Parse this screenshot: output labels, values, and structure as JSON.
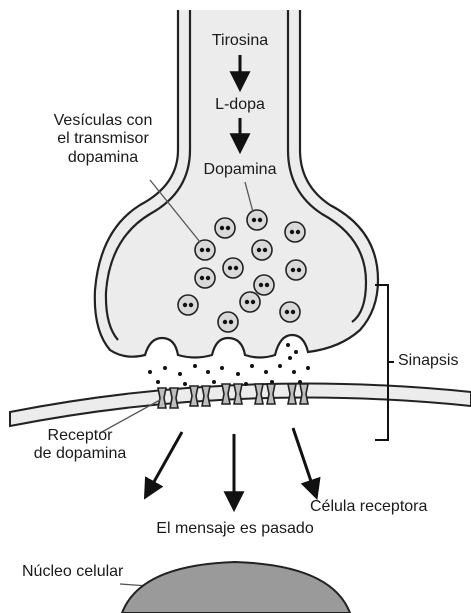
{
  "labels": {
    "tirosina": "Tirosina",
    "ldopa": "L-dopa",
    "dopamina": "Dopamina",
    "vesiculas_line1": "Vesículas con",
    "vesiculas_line2": "el transmisor",
    "vesiculas_line3": "dopamina",
    "sinapsis": "Sinapsis",
    "receptor_line1": "Receptor",
    "receptor_line2": "de dopamina",
    "celula_receptora": "Célula receptora",
    "mensaje": "El mensaje es pasado",
    "nucleo": "Núcleo celular"
  },
  "colors": {
    "membrane_fill": "#ececec",
    "outline": "#222222",
    "vesicle_fill": "#d9d9d9",
    "nucleus_fill": "#9a9a9a"
  }
}
